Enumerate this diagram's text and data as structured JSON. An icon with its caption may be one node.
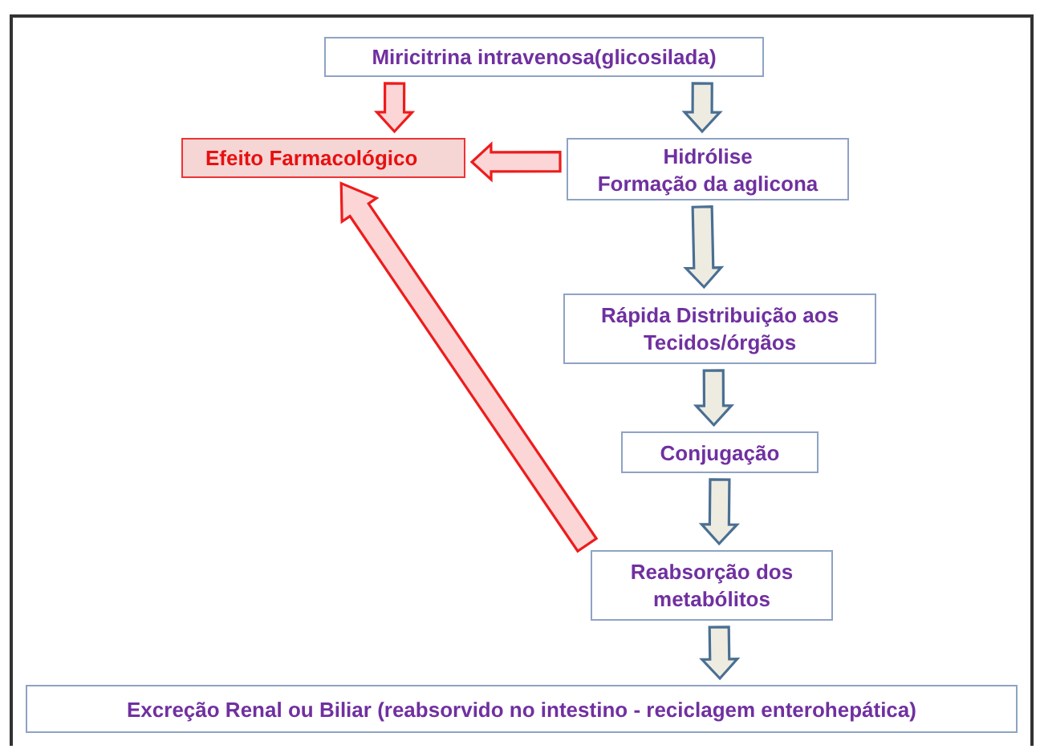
{
  "diagram": {
    "nodes": [
      {
        "text": [
          "Miricitrina intravenosa(glicosilada)"
        ]
      },
      {
        "text": [
          "Efeito Farmacológico"
        ]
      },
      {
        "text": [
          "Hidrólise",
          "Formação da aglicona"
        ]
      },
      {
        "text": [
          "Rápida Distribuição aos Tecidos/órgãos"
        ]
      },
      {
        "text": [
          "Conjugação"
        ]
      },
      {
        "text": [
          "Reabsorção dos metabólitos"
        ]
      },
      {
        "text": [
          "Excreção Renal ou Biliar (reabsorvido no intestino - reciclagem enterohepática)"
        ]
      }
    ],
    "edges": [
      {
        "from": 0,
        "to": 1,
        "arrow": "to",
        "color": "#ee1c1c"
      },
      {
        "from": 0,
        "to": 2,
        "arrow": "to"
      },
      {
        "from": 2,
        "to": 1,
        "arrow": "to",
        "color": "#ee1c1c"
      },
      {
        "from": 2,
        "to": 3,
        "arrow": "to"
      },
      {
        "from": 3,
        "to": 4,
        "arrow": "to"
      },
      {
        "from": 4,
        "to": 5,
        "arrow": "to"
      },
      {
        "from": 5,
        "to": 1,
        "arrow": "to",
        "color": "#ee1c1c"
      },
      {
        "from": 5,
        "to": 6,
        "arrow": "to"
      }
    ]
  }
}
